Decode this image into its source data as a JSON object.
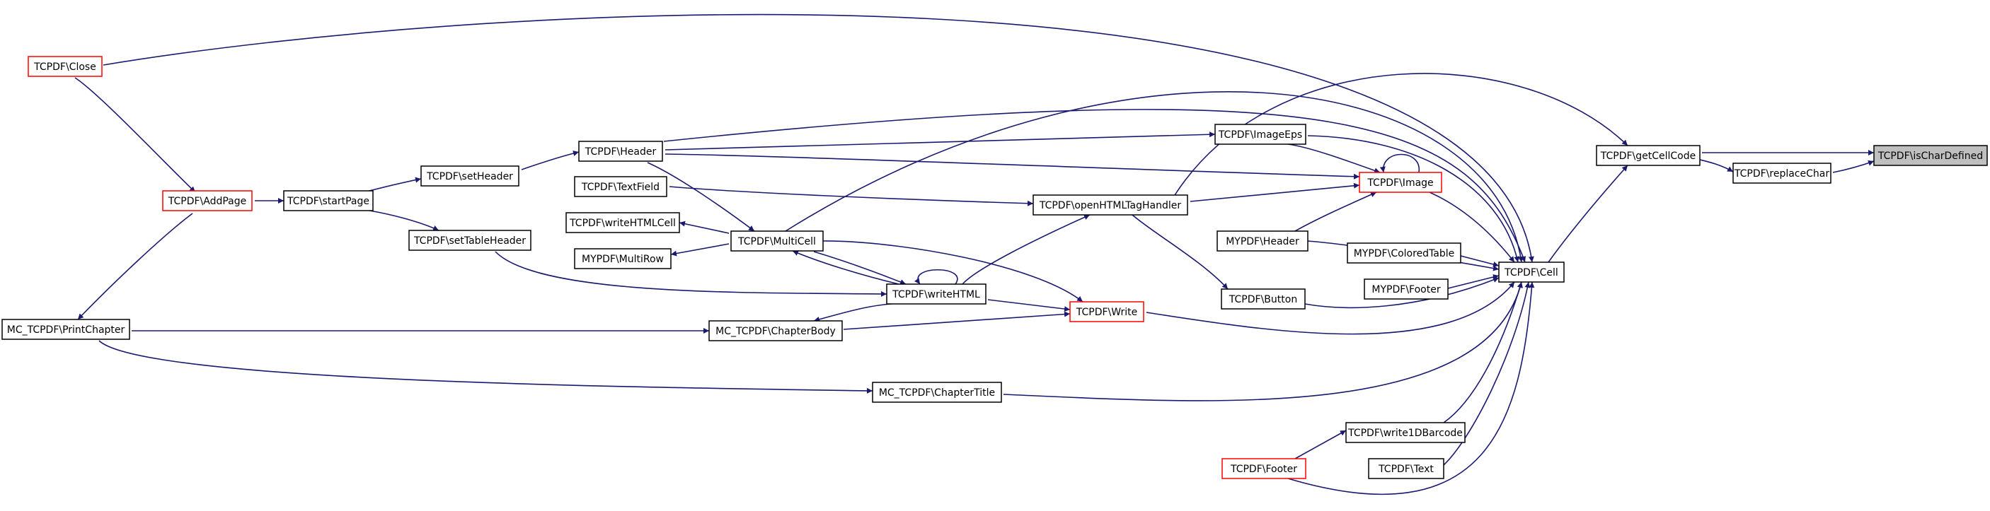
{
  "colors": {
    "edge": "#191970",
    "normal_border": "#000000",
    "truncated_border": "#ff0000",
    "focus_fill": "#bfbfbf",
    "node_fill": "#ffffff"
  },
  "nodes": {
    "close": {
      "label": "TCPDF\\Close",
      "kind": "truncated"
    },
    "addpage": {
      "label": "TCPDF\\AddPage",
      "kind": "truncated"
    },
    "startpage": {
      "label": "TCPDF\\startPage",
      "kind": "normal"
    },
    "setheader": {
      "label": "TCPDF\\setHeader",
      "kind": "normal"
    },
    "settableheader": {
      "label": "TCPDF\\setTableHeader",
      "kind": "normal"
    },
    "printchapter": {
      "label": "MC_TCPDF\\PrintChapter",
      "kind": "normal"
    },
    "header": {
      "label": "TCPDF\\Header",
      "kind": "normal"
    },
    "textfield": {
      "label": "TCPDF\\TextField",
      "kind": "normal"
    },
    "writehtmlcell": {
      "label": "TCPDF\\writeHTMLCell",
      "kind": "normal"
    },
    "myrow": {
      "label": "MYPDF\\MultiRow",
      "kind": "normal"
    },
    "multicell": {
      "label": "TCPDF\\MultiCell",
      "kind": "normal"
    },
    "writehtml": {
      "label": "TCPDF\\writeHTML",
      "kind": "normal"
    },
    "chapterbody": {
      "label": "MC_TCPDF\\ChapterBody",
      "kind": "normal"
    },
    "chaptertitle": {
      "label": "MC_TCPDF\\ChapterTitle",
      "kind": "normal"
    },
    "write": {
      "label": "TCPDF\\Write",
      "kind": "truncated"
    },
    "imageeps": {
      "label": "TCPDF\\ImageEps",
      "kind": "normal"
    },
    "openhtml": {
      "label": "TCPDF\\openHTMLTagHandler",
      "kind": "normal"
    },
    "myheader": {
      "label": "MYPDF\\Header",
      "kind": "normal"
    },
    "button": {
      "label": "TCPDF\\Button",
      "kind": "normal"
    },
    "image": {
      "label": "TCPDF\\Image",
      "kind": "truncated"
    },
    "coloredtable": {
      "label": "MYPDF\\ColoredTable",
      "kind": "normal"
    },
    "myfooter": {
      "label": "MYPDF\\Footer",
      "kind": "normal"
    },
    "write1d": {
      "label": "TCPDF\\write1DBarcode",
      "kind": "normal"
    },
    "footer": {
      "label": "TCPDF\\Footer",
      "kind": "truncated"
    },
    "text": {
      "label": "TCPDF\\Text",
      "kind": "normal"
    },
    "cell": {
      "label": "TCPDF\\Cell",
      "kind": "normal"
    },
    "getcellcode": {
      "label": "TCPDF\\getCellCode",
      "kind": "normal"
    },
    "replacechar": {
      "label": "TCPDF\\replaceChar",
      "kind": "normal"
    },
    "ischardefined": {
      "label": "TCPDF\\isCharDefined",
      "kind": "focus"
    }
  },
  "edges": [
    [
      "addpage",
      "close"
    ],
    [
      "printchapter",
      "addpage"
    ],
    [
      "startpage",
      "addpage"
    ],
    [
      "setheader",
      "startpage"
    ],
    [
      "settableheader",
      "startpage"
    ],
    [
      "header",
      "setheader"
    ],
    [
      "multicell",
      "header"
    ],
    [
      "writehtml",
      "settableheader"
    ],
    [
      "chapterbody",
      "printchapter"
    ],
    [
      "chaptertitle",
      "printchapter"
    ],
    [
      "multicell",
      "textfield"
    ],
    [
      "writehtmlcell",
      "multicell"
    ],
    [
      "myrow",
      "multicell"
    ],
    [
      "writehtml",
      "multicell"
    ],
    [
      "multicell",
      "writehtml"
    ],
    [
      "writehtml",
      "writehtml"
    ],
    [
      "write",
      "multicell"
    ],
    [
      "chapterbody",
      "writehtml"
    ],
    [
      "write",
      "writehtml"
    ],
    [
      "write",
      "chapterbody"
    ],
    [
      "openhtml",
      "writehtml"
    ],
    [
      "imageeps",
      "header"
    ],
    [
      "image",
      "header"
    ],
    [
      "image",
      "openhtml"
    ],
    [
      "image",
      "imageeps"
    ],
    [
      "image",
      "myheader"
    ],
    [
      "image",
      "image"
    ],
    [
      "button",
      "openhtml"
    ],
    [
      "cell",
      "close"
    ],
    [
      "cell",
      "header"
    ],
    [
      "cell",
      "multicell"
    ],
    [
      "cell",
      "imageeps"
    ],
    [
      "cell",
      "image"
    ],
    [
      "cell",
      "myheader"
    ],
    [
      "cell",
      "button"
    ],
    [
      "cell",
      "write"
    ],
    [
      "cell",
      "chaptertitle"
    ],
    [
      "cell",
      "coloredtable"
    ],
    [
      "cell",
      "myfooter"
    ],
    [
      "cell",
      "write1d"
    ],
    [
      "cell",
      "text"
    ],
    [
      "cell",
      "footer"
    ],
    [
      "write1d",
      "footer"
    ],
    [
      "getcellcode",
      "cell"
    ],
    [
      "getcellcode",
      "openhtml"
    ],
    [
      "replacechar",
      "getcellcode"
    ],
    [
      "ischardefined",
      "getcellcode"
    ],
    [
      "ischardefined",
      "replacechar"
    ]
  ]
}
